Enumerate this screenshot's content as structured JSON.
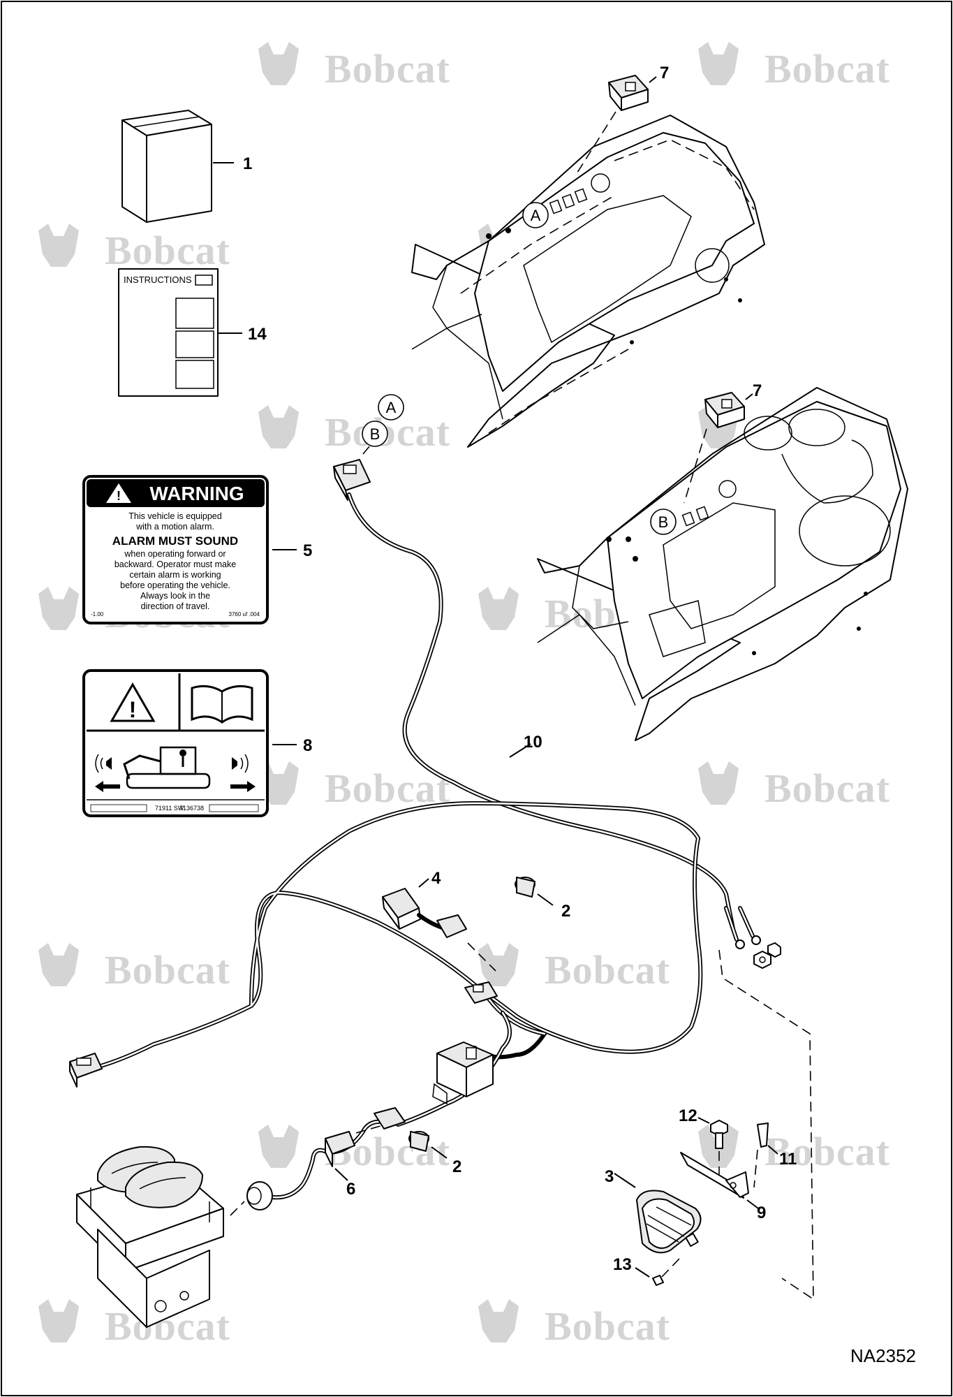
{
  "drawing_code": "NA2352",
  "watermark": "Bobcat",
  "callouts": {
    "c1": "1",
    "c14": "14",
    "c5": "5",
    "c8": "8",
    "c7a": "7",
    "c7b": "7",
    "c10": "10",
    "c4": "4",
    "c2a": "2",
    "c2b": "2",
    "c6": "6",
    "c12": "12",
    "c11": "11",
    "c3": "3",
    "c9": "9",
    "c13": "13"
  },
  "circle_refs": {
    "a_top": "A",
    "a_wire": "A",
    "b_wire": "B",
    "b_lower": "B"
  },
  "instructions_label": "INSTRUCTIONS",
  "warning_decal": {
    "header": "WARNING",
    "line1": "This vehicle is equipped",
    "line2": "with a motion alarm.",
    "emphasis": "ALARM MUST SOUND",
    "line3": "when operating forward or",
    "line4": "backward. Operator must make",
    "line5": "certain alarm is working",
    "line6": "before operating the vehicle.",
    "line7": "Always look in the",
    "line8": "direction of travel.",
    "code_left": "-1.00",
    "code_right": "3760 uf .004"
  },
  "alarm_decal": {
    "code_left": "71911 SW",
    "code_right": "7136738"
  }
}
